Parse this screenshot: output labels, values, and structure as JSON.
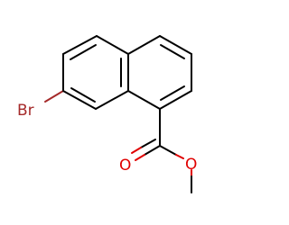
{
  "molecule": {
    "atoms": {
      "bromine": {
        "symbol": "Br",
        "color": "#a52a2a"
      },
      "carbonyl_oxygen": {
        "symbol": "O",
        "color": "#e00000"
      },
      "ester_oxygen": {
        "symbol": "O",
        "color": "#e00000"
      }
    },
    "bond_color": "#000000"
  }
}
